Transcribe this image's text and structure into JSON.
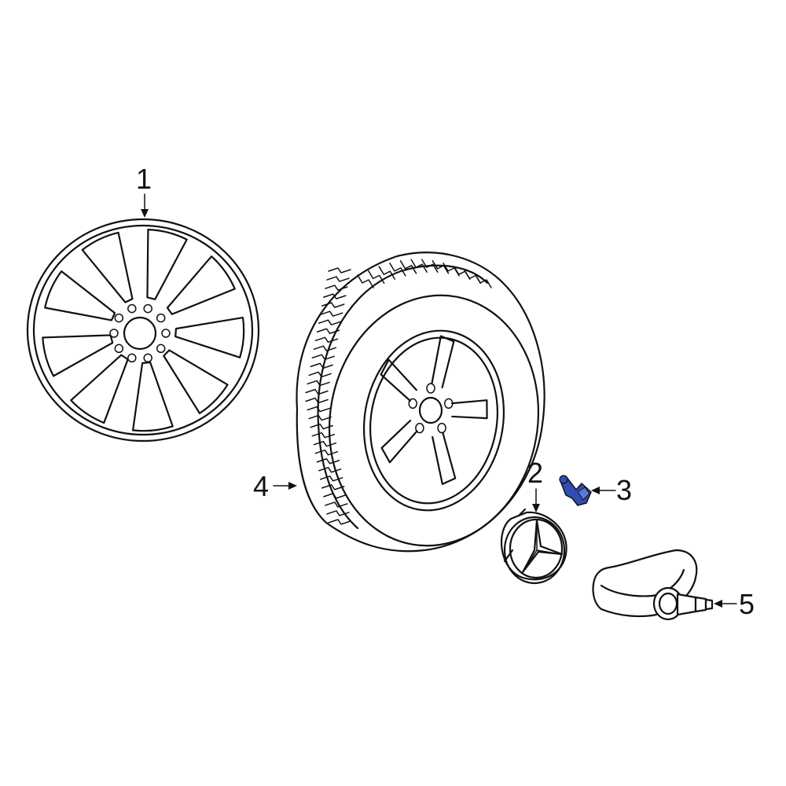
{
  "callouts": [
    {
      "id": "1",
      "label": "1"
    },
    {
      "id": "2",
      "label": "2"
    },
    {
      "id": "3",
      "label": "3"
    },
    {
      "id": "4",
      "label": "4"
    },
    {
      "id": "5",
      "label": "5"
    }
  ],
  "highlight_color": "#2f4fb4"
}
